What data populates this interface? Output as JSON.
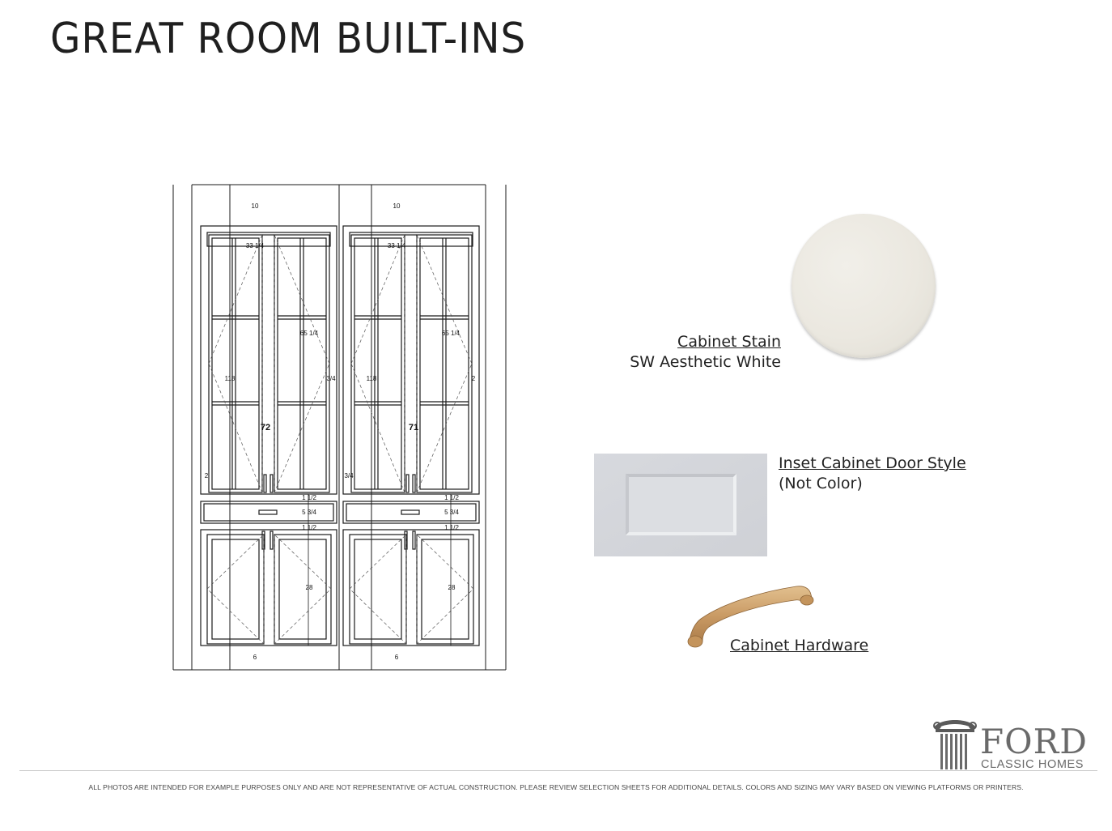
{
  "page": {
    "title": "GREAT ROOM BUILT-INS"
  },
  "elevation": {
    "left_unit": {
      "top_dim": "10",
      "upper_width": "33 1/4",
      "upper_height": "65 1/4",
      "left_dim": "118",
      "right_dim": "3/4",
      "corner_dim": "2",
      "cabinet_no": "72",
      "rail_1": "1 1/2",
      "drawer": "5 3/4",
      "rail_2": "1 1/2",
      "base_height": "28",
      "bottom_dim": "6"
    },
    "right_unit": {
      "top_dim": "10",
      "upper_width": "33 1/4",
      "upper_height": "65 1/4",
      "left_dim": "118",
      "right_dim": "2",
      "corner_dim": "3/4",
      "cabinet_no": "71",
      "rail_1": "1 1/2",
      "drawer": "5 3/4",
      "rail_2": "1 1/2",
      "base_height": "28",
      "bottom_dim": "6"
    }
  },
  "selections": {
    "stain": {
      "heading": "Cabinet Stain",
      "value": "SW Aesthetic White",
      "color": "#ebe8e0"
    },
    "door": {
      "heading": "Inset Cabinet Door Style",
      "note": "(Not Color)",
      "color": "#d9dbe0"
    },
    "hardware": {
      "heading": "Cabinet Hardware",
      "color": "#c9a070"
    }
  },
  "logo": {
    "brand": "FORD",
    "tagline": "CLASSIC HOMES"
  },
  "footer": {
    "disclaimer": "ALL PHOTOS ARE INTENDED FOR EXAMPLE PURPOSES ONLY AND ARE NOT REPRESENTATIVE OF ACTUAL CONSTRUCTION. PLEASE REVIEW SELECTION SHEETS FOR ADDITIONAL DETAILS. COLORS AND SIZING MAY VARY BASED ON VIEWING PLATFORMS OR PRINTERS."
  }
}
